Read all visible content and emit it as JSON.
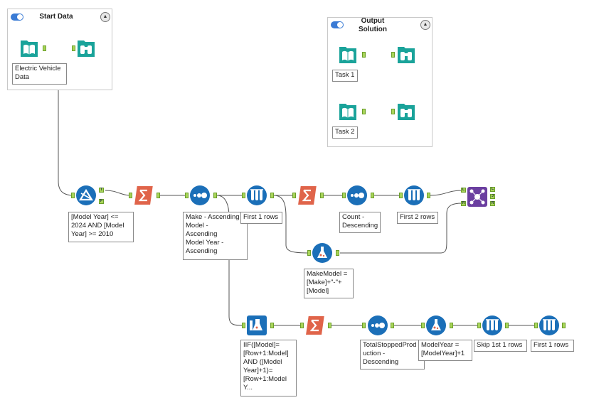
{
  "colors": {
    "teal": "#1aa39a",
    "orange": "#e0644a",
    "blue": "#1b6fb8",
    "purple": "#6b3fa0",
    "connector": "#555555",
    "anchor": "#a8d458"
  },
  "containers": {
    "start": {
      "title": "Start Data",
      "collapse_icon": "▲"
    },
    "output": {
      "title": "Output\nSolution",
      "collapse_icon": "▲"
    }
  },
  "tools": {
    "input": {
      "icon": "book-input-icon",
      "label": "Electric Vehicle\nData"
    },
    "browse1": {
      "icon": "binoculars-icon",
      "label": ""
    },
    "task1_input": {
      "icon": "book-input-icon",
      "label": "Task 1"
    },
    "task1_browse": {
      "icon": "binoculars-icon",
      "label": ""
    },
    "task2_input": {
      "icon": "book-input-icon",
      "label": "Task 2"
    },
    "task2_browse": {
      "icon": "binoculars-icon",
      "label": ""
    },
    "filter": {
      "icon": "filter-icon",
      "label": "[Model Year] <=\n2024 AND [Model\nYear] >= 2010",
      "anchor_true": "T",
      "anchor_false": "F"
    },
    "summarize1": {
      "icon": "sigma-icon",
      "label": ""
    },
    "sort1": {
      "icon": "sort-icon",
      "label": "Make - Ascending\nModel -\nAscending\nModel Year -\nAscending"
    },
    "sample1": {
      "icon": "sample-icon",
      "label": "First 1 rows"
    },
    "summarize2": {
      "icon": "sigma-icon",
      "label": ""
    },
    "sort2": {
      "icon": "sort-icon",
      "label": "Count -\nDescending"
    },
    "sample2": {
      "icon": "sample-icon",
      "label": "First 2 rows"
    },
    "join": {
      "icon": "join-icon",
      "label": "",
      "anchor_l": "L",
      "anchor_j": "J",
      "anchor_r": "R"
    },
    "formula1": {
      "icon": "formula-icon",
      "label": "MakeModel =\n[Make]+\"-\"+\n[Model]"
    },
    "multirow": {
      "icon": "multi-row-formula-icon",
      "label": "IIF([Model]=\n[Row+1:Model]\nAND ([Model\nYear]+1)=\n[Row+1:Model\nY..."
    },
    "summarize3": {
      "icon": "sigma-icon",
      "label": ""
    },
    "sort3": {
      "icon": "sort-icon",
      "label": "TotalStoppedProd\nuction -\nDescending"
    },
    "formula2": {
      "icon": "formula-icon",
      "label": "ModelYear =\n[ModelYear]+1"
    },
    "sample3": {
      "icon": "sample-icon",
      "label": "Skip 1st 1 rows"
    },
    "sample4": {
      "icon": "sample-icon",
      "label": "First 1 rows"
    }
  }
}
